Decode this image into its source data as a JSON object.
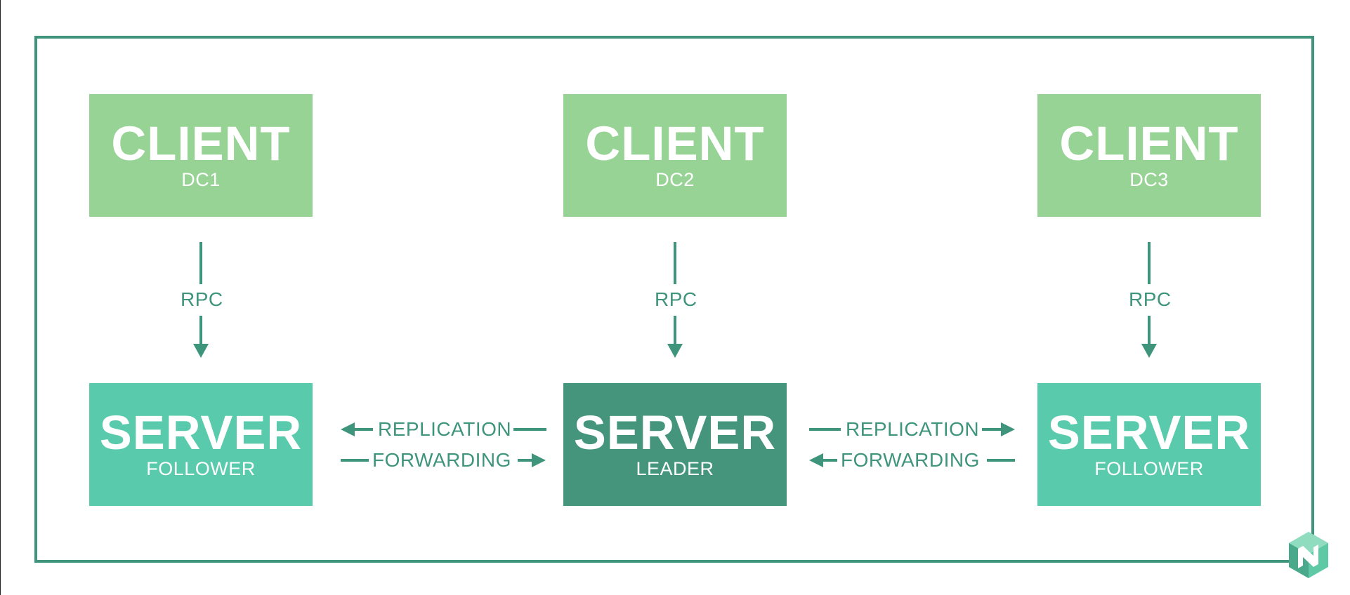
{
  "clients": [
    {
      "title": "CLIENT",
      "subtitle": "DC1"
    },
    {
      "title": "CLIENT",
      "subtitle": "DC2"
    },
    {
      "title": "CLIENT",
      "subtitle": "DC3"
    }
  ],
  "servers": [
    {
      "title": "SERVER",
      "subtitle": "FOLLOWER"
    },
    {
      "title": "SERVER",
      "subtitle": "LEADER"
    },
    {
      "title": "SERVER",
      "subtitle": "FOLLOWER"
    }
  ],
  "connections": {
    "rpc_label": "RPC",
    "replication_label": "REPLICATION",
    "forwarding_label": "FORWARDING"
  },
  "colors": {
    "accent": "#3f947c",
    "client": "#98d396",
    "follower": "#59caac",
    "leader": "#44957c"
  },
  "logo": {
    "icon": "hexagon-n-logo-icon"
  }
}
